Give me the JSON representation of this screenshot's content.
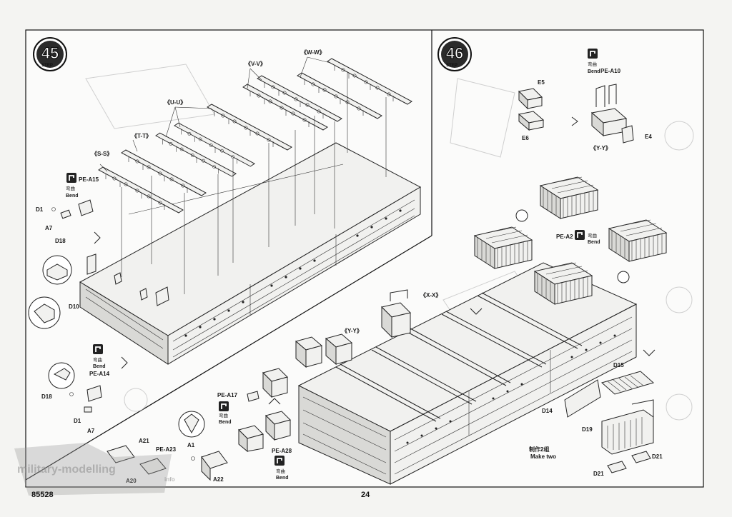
{
  "steps": [
    {
      "number": "45",
      "word": "STEP"
    },
    {
      "number": "46",
      "word": "STEP"
    }
  ],
  "step45": {
    "callouts": {
      "s": "《S-S》",
      "t": "《T-T》",
      "u": "《U-U》",
      "v": "《V-V》",
      "w": "《W-W》"
    },
    "bend_top": {
      "part": "PE-A15",
      "cn": "弯曲",
      "en": "Bend"
    },
    "bend_bottom": {
      "part": "PE-A14",
      "cn": "弯曲",
      "en": "Bend"
    },
    "labels": {
      "d1_top": "D1",
      "a7_top": "A7",
      "d18_top": "D18",
      "d10": "D10",
      "d18_bot": "D18",
      "d1_bot": "D1",
      "a7_bot": "A7"
    }
  },
  "step46": {
    "labels": {
      "e5": "E5",
      "e6": "E6",
      "e4": "E4",
      "yy_top": "《Y-Y》",
      "xx": "《X-X》",
      "yy_mid": "《Y-Y》",
      "d15": "D15",
      "d14": "D14",
      "d19": "D19",
      "d21_r": "D21",
      "d21_l": "D21",
      "a21": "A21",
      "a20": "A20",
      "a23": "PE-A23",
      "a1": "A1",
      "a22": "A22"
    },
    "bend_a10": {
      "part": "PE-A10",
      "cn": "弯曲",
      "en": "Bend"
    },
    "bend_a2": {
      "part": "PE-A2",
      "cn": "弯曲",
      "en": "Bend"
    },
    "bend_a17": {
      "part": "PE-A17",
      "cn": "弯曲",
      "en": "Bend"
    },
    "bend_a28": {
      "part": "PE-A28",
      "cn": "弯曲",
      "en": "Bend"
    },
    "make_two": {
      "cn": "制作2组",
      "en": "Make two"
    }
  },
  "footer": {
    "kit_number": "85528",
    "page_number": "24"
  },
  "watermark": {
    "text": "military-modelling",
    "sub": "info"
  }
}
